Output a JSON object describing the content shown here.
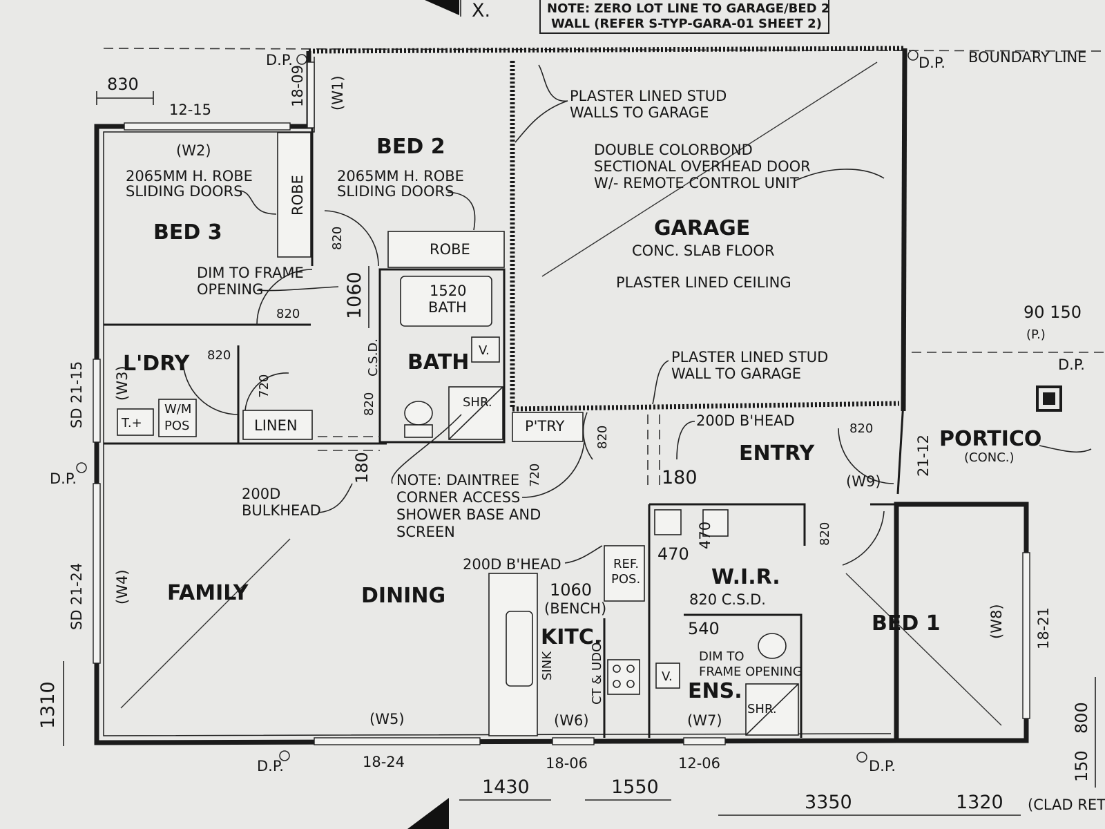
{
  "title_block": {
    "marker": "X.",
    "note_line1": "NOTE: ZERO LOT LINE TO GARAGE/BED 2",
    "note_line2": "WALL (REFER S-TYP-GARA-01 SHEET 2)"
  },
  "rooms": {
    "bed2": "BED 2",
    "bed3": "BED 3",
    "garage": "GARAGE",
    "laundry": "L'DRY",
    "bath": "BATH",
    "entry": "ENTRY",
    "portico": "PORTICO",
    "family": "FAMILY",
    "dining": "DINING",
    "kitchen": "KITC.",
    "wir": "W.I.R.",
    "bed1": "BED 1",
    "ensuite": "ENS."
  },
  "notes": {
    "dp": "D.P.",
    "boundary_line": "BOUNDARY LINE",
    "plaster_stud_walls_1": "PLASTER LINED STUD",
    "plaster_stud_walls_2": "WALLS TO GARAGE",
    "colorbond_1": "DOUBLE COLORBOND",
    "colorbond_2": "SECTIONAL OVERHEAD DOOR",
    "colorbond_3": "W/- REMOTE CONTROL UNIT",
    "conc_slab_floor": "CONC. SLAB FLOOR",
    "plaster_ceiling": "PLASTER LINED CEILING",
    "plaster_stud_wall_1": "PLASTER LINED STUD",
    "plaster_stud_wall_2": "WALL TO GARAGE",
    "bed3_robe_1": "2065MM H. ROBE",
    "bed3_robe_2": "SLIDING DOORS",
    "bed2_robe_1": "2065MM H. ROBE",
    "bed2_robe_2": "SLIDING DOORS",
    "robe": "ROBE",
    "robe_vertical": "ROBE",
    "dim_frame_1": "DIM TO FRAME",
    "dim_frame_2": "OPENING",
    "bath_tub_1": "1520",
    "bath_tub_2": "BATH",
    "csd": "C.S.D.",
    "shr": "SHR.",
    "v": "V.",
    "wm_1": "W/M",
    "wm_2": "POS",
    "tub": "T.+",
    "linen": "LINEN",
    "ptry": "P'TRY",
    "bhead_entry": "200D B'HEAD",
    "portico_conc": "(CONC.)",
    "p_mark": "(P.)",
    "daintree_1": "NOTE: DAINTREE",
    "daintree_2": "CORNER ACCESS",
    "daintree_3": "SHOWER BASE AND",
    "daintree_4": "SCREEN",
    "bulkhead_1": "200D",
    "bulkhead_2": "BULKHEAD",
    "bhead_kitchen": "200D B'HEAD",
    "bench_1": "1060",
    "bench_2": "(BENCH)",
    "ref_1": "REF.",
    "ref_2": "POS.",
    "sink": "SINK",
    "ct_udo": "CT & UDO.",
    "wir_csd": "820  C.S.D.",
    "ens_dim_1": "DIM TO",
    "ens_dim_2": "FRAME OPENING",
    "ens_shr": "SHR.",
    "ens_v": "V.",
    "clad": "(CLAD RET"
  },
  "windows": {
    "w1": "(W1)",
    "w2": "(W2)",
    "w3": "(W3)",
    "w4": "(W4)",
    "w5": "(W5)",
    "w6": "(W6)",
    "w7": "(W7)",
    "w8": "(W8)",
    "w9": "(W9)"
  },
  "dimensions": {
    "d830": "830",
    "d1215": "12-15",
    "d1809": "18-09",
    "d820_bed2": "820",
    "d1060": "1060",
    "d820_bed3": "820",
    "d820_ldry": "820",
    "d720_linen": "720",
    "d820_bath": "820",
    "d820_ptry": "820",
    "d720_ptry": "720",
    "d180_entry": "180",
    "d820_entry": "820",
    "d2112": "21-12",
    "d90_150": "90 150",
    "d180_dining": "180",
    "d470_a": "470",
    "d470_b": "470",
    "d540": "540",
    "d820_bed1": "820",
    "sd2115": "SD 21-15",
    "sd2124": "SD 21-24",
    "d1310": "1310",
    "d1824": "18-24",
    "d1806": "18-06",
    "d1206": "12-06",
    "d1430": "1430",
    "d1550": "1550",
    "d3350": "3350",
    "d1320": "1320",
    "d1821": "18-21",
    "d800": "800",
    "d150": "150"
  }
}
